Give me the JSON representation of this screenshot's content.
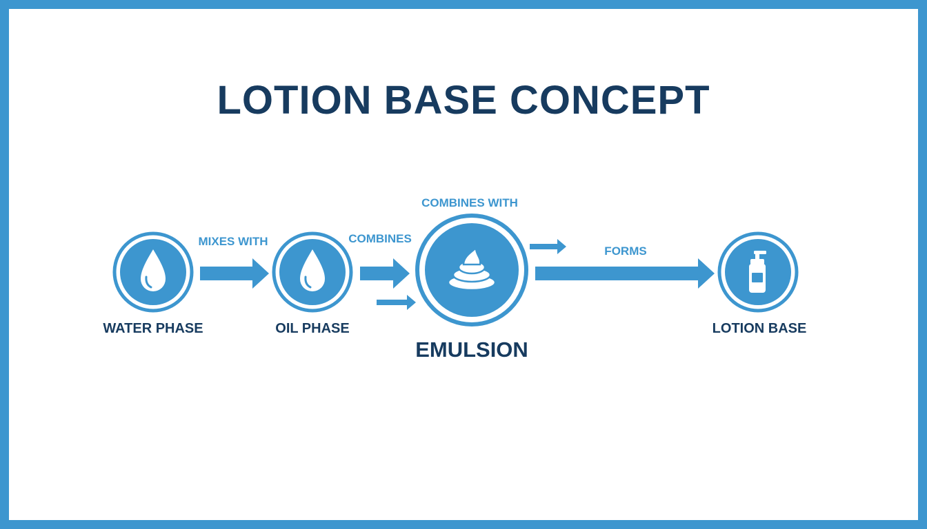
{
  "title": "LOTION BASE CONCEPT",
  "colors": {
    "accent": "#3d96cf",
    "text": "#173b5f",
    "background": "#ffffff"
  },
  "nodes": [
    {
      "label": "WATER PHASE",
      "icon": "water-drop-icon"
    },
    {
      "label": "OIL PHASE",
      "icon": "oil-drop-icon"
    },
    {
      "label": "EMULSION",
      "icon": "cream-swirl-icon"
    },
    {
      "label": "LOTION BASE",
      "icon": "pump-bottle-icon"
    }
  ],
  "edges": [
    {
      "label": "MIXES WITH"
    },
    {
      "label": "COMBINES"
    },
    {
      "label": "COMBINES WITH"
    },
    {
      "label": "FORMS"
    }
  ]
}
